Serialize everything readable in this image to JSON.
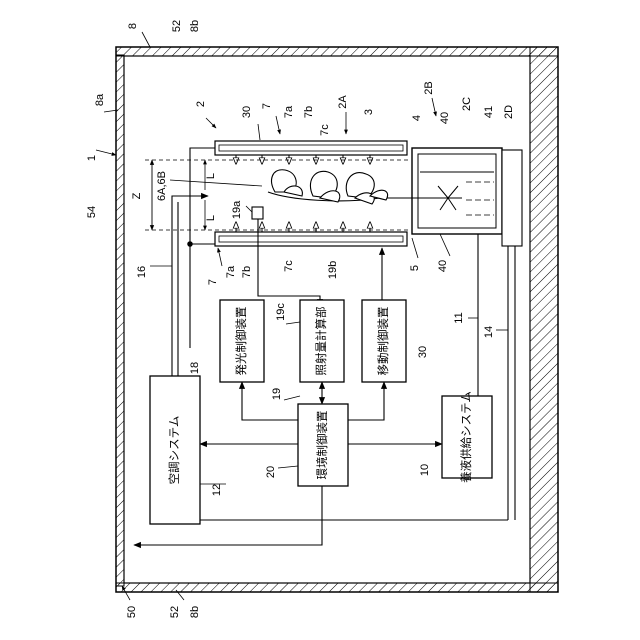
{
  "boxes": {
    "light_control": "発光制御装置",
    "irradiation_calc": "照射量計算部",
    "movement_control": "移動制御装置",
    "air_conditioning": "空調システム",
    "environment_control": "環境制御装置",
    "nutrient_supply": "養液供給システム"
  },
  "refs": {
    "r1": "1",
    "r2": "2",
    "r2A": "2A",
    "r2B": "2B",
    "r2C": "2C",
    "r2D": "2D",
    "r3": "3",
    "r4": "4",
    "r5": "5",
    "r6": "6A,6B",
    "r7_top": "7",
    "r7_bot": "7",
    "r7a_top": "7a",
    "r7b_top": "7b",
    "r7c_top": "7c",
    "r7a_bot": "7a",
    "r7b_bot": "7b",
    "r7c_bot": "7c",
    "r8_top": "8",
    "r8a": "8a",
    "r8b_top": "8b",
    "r8b_bot": "8b",
    "r10": "10",
    "r11": "11",
    "r12": "12",
    "r14": "14",
    "r16": "16",
    "r18": "18",
    "r19": "19",
    "r19a": "19a",
    "r19b": "19b",
    "r19c": "19c",
    "r20": "20",
    "r30_top": "30",
    "r30_bot": "30",
    "r40_top": "40",
    "r40_bot": "40",
    "r41": "41",
    "r50": "50",
    "r52_top": "52",
    "r52_bot": "52",
    "r54": "54",
    "rZ": "Z",
    "rL_top": "L",
    "rL_bot": "L"
  }
}
